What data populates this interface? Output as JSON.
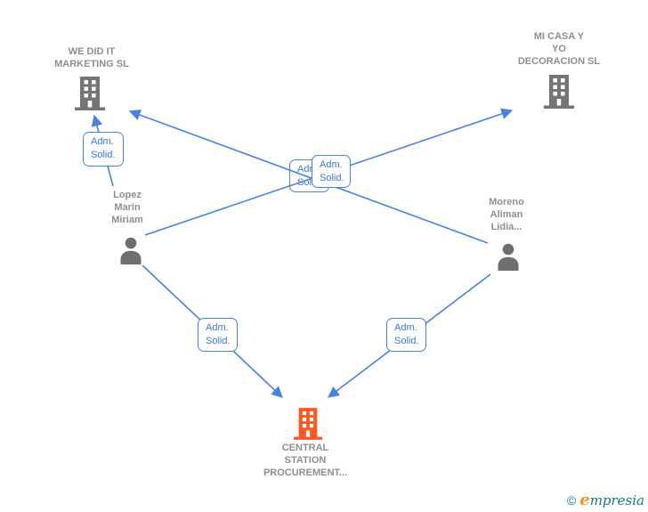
{
  "colors": {
    "edge_blue": "#4a82e2",
    "edge_label_text": "#3d78d6",
    "node_label_gray": "#8f8f8f",
    "company_icon_gray": "#757575",
    "person_icon_gray": "#6f6f6f",
    "highlight_company_orange": "#ff5722",
    "logo_teal": "#16768c",
    "logo_orange": "#f7941e",
    "background": "#ffffff"
  },
  "diagram": {
    "nodes": {
      "we_did_it_marketing": {
        "full_name": "WE DID IT MARKETING SL",
        "label_lines": [
          "WE DID IT",
          "MARKETING SL"
        ],
        "kind": "company"
      },
      "mi_casa_yo_decoracion": {
        "full_name": "MI CASA Y YO DECORACION SL",
        "label_lines": [
          "MI CASA Y",
          "YO",
          "DECORACION SL"
        ],
        "kind": "company"
      },
      "lopez_marin_miriam": {
        "full_name": "Lopez Marin Miriam",
        "label_lines": [
          "Lopez",
          "Marin",
          "Miriam"
        ],
        "kind": "person"
      },
      "moreno_aliman_lidia": {
        "full_name": "Moreno Aliman Lidia...",
        "label_lines": [
          "Moreno",
          "Aliman",
          "Lidia..."
        ],
        "kind": "person"
      },
      "central_station_procurement": {
        "full_name": "CENTRAL STATION PROCUREMENT...",
        "label_lines": [
          "CENTRAL",
          "STATION",
          "PROCUREMENT..."
        ],
        "kind": "company-highlighted"
      }
    },
    "edges": [
      {
        "from": "lopez_marin_miriam",
        "to": "we_did_it_marketing",
        "label_line1": "Adm.",
        "label_line2": "Solid."
      },
      {
        "from": "lopez_marin_miriam",
        "to": "mi_casa_yo_decoracion",
        "label_line1": "Adm.",
        "label_line2": "Solid."
      },
      {
        "from": "moreno_aliman_lidia",
        "to": "we_did_it_marketing",
        "label_line1": "Adm.",
        "label_line2": "Solid."
      },
      {
        "from": "lopez_marin_miriam",
        "to": "central_station_procurement",
        "label_line1": "Adm.",
        "label_line2": "Solid."
      },
      {
        "from": "moreno_aliman_lidia",
        "to": "central_station_procurement",
        "label_line1": "Adm.",
        "label_line2": "Solid."
      }
    ]
  },
  "footer": {
    "copyright_symbol": "©",
    "brand_first_letter": "e",
    "brand_rest": "mpresia"
  }
}
